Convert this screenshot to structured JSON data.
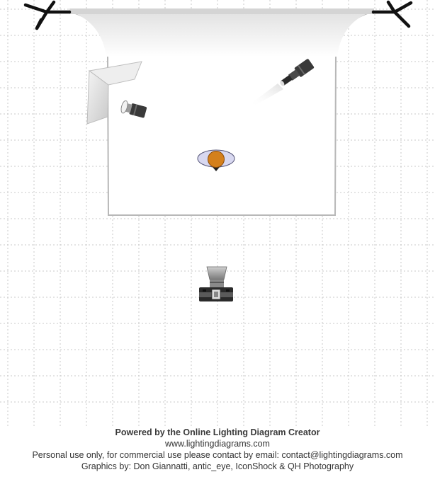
{
  "diagram": {
    "elements": [
      {
        "kind": "light-stand",
        "name": "light-stand-left"
      },
      {
        "kind": "light-stand",
        "name": "light-stand-right"
      },
      {
        "kind": "backdrop",
        "name": "seamless-backdrop"
      },
      {
        "kind": "reflector",
        "name": "reflector-panel"
      },
      {
        "kind": "strobe",
        "name": "key-light-strobe"
      },
      {
        "kind": "strobe",
        "name": "rim-light-strobe"
      },
      {
        "kind": "subject",
        "name": "subject-person"
      },
      {
        "kind": "camera",
        "name": "camera"
      }
    ],
    "colors": {
      "grid": "#c8c8c8",
      "backdrop_edge": "#b8b8b8",
      "subject_head": "#d4801c",
      "subject_body": "#d8d8f0",
      "stand": "#111111",
      "light_body": "#3a3a3a",
      "camera_body": "#2a2a2a"
    }
  },
  "footer": {
    "line1": "Powered by the Online Lighting Diagram Creator",
    "line2": "www.lightingdiagrams.com",
    "line3": "Personal use only, for commercial use please contact by email: contact@lightingdiagrams.com",
    "line4": "Graphics by: Don Giannatti, antic_eye, IconShock & QH Photography"
  }
}
